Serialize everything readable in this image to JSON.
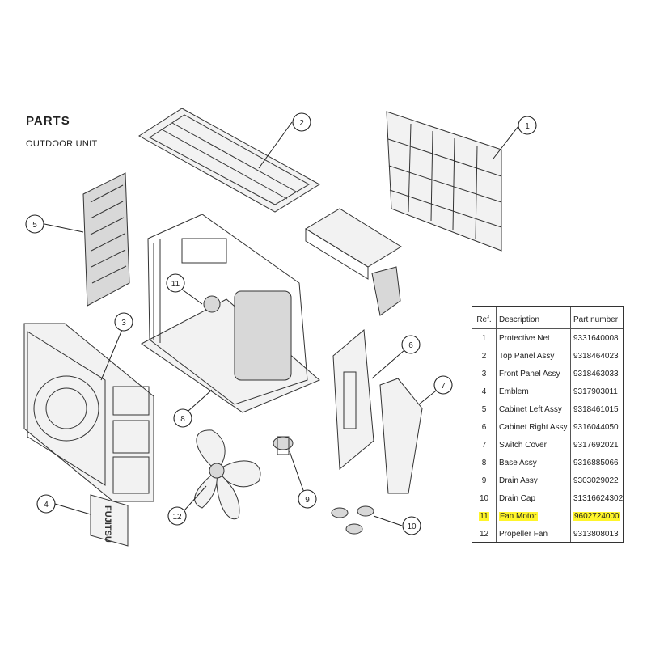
{
  "heading": "PARTS",
  "subheading": "OUTDOOR UNIT",
  "highlight_color": "#fff52a",
  "table": {
    "headers": [
      "Ref.",
      "Description",
      "Part number"
    ],
    "rows": [
      {
        "ref": "1",
        "description": "Protective Net",
        "part_number": "9331640008",
        "highlighted": false
      },
      {
        "ref": "2",
        "description": "Top Panel Assy",
        "part_number": "9318464023",
        "highlighted": false
      },
      {
        "ref": "3",
        "description": "Front Panel Assy",
        "part_number": "9318463033",
        "highlighted": false
      },
      {
        "ref": "4",
        "description": "Emblem",
        "part_number": "9317903011",
        "highlighted": false
      },
      {
        "ref": "5",
        "description": "Cabinet Left Assy",
        "part_number": "9318461015",
        "highlighted": false
      },
      {
        "ref": "6",
        "description": "Cabinet Right Assy",
        "part_number": "9316044050",
        "highlighted": false
      },
      {
        "ref": "7",
        "description": "Switch Cover",
        "part_number": "9317692021",
        "highlighted": false
      },
      {
        "ref": "8",
        "description": "Base Assy",
        "part_number": "9316885066",
        "highlighted": false
      },
      {
        "ref": "9",
        "description": "Drain Assy",
        "part_number": "9303029022",
        "highlighted": false
      },
      {
        "ref": "10",
        "description": "Drain Cap",
        "part_number": "31316624302",
        "highlighted": false
      },
      {
        "ref": "11",
        "description": "Fan Motor",
        "part_number": "9602724000",
        "highlighted": true
      },
      {
        "ref": "12",
        "description": "Propeller Fan",
        "part_number": "9313808013",
        "highlighted": false
      }
    ]
  },
  "callouts": [
    "1",
    "2",
    "3",
    "4",
    "5",
    "6",
    "7",
    "8",
    "9",
    "10",
    "11",
    "12"
  ],
  "emblem_text": "FUJITSU"
}
